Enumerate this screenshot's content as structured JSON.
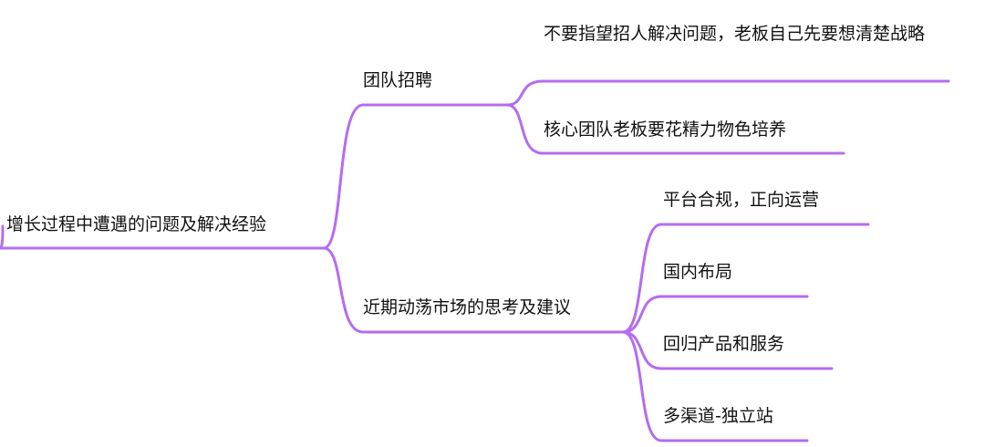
{
  "mindmap": {
    "branch_color": "#b56cf0",
    "root": {
      "label": "增长过程中遭遇的问题及解决经验"
    },
    "branches": [
      {
        "label": "团队招聘",
        "children": [
          {
            "label": "不要指望招人解决问题，老板自己先要想清楚战略"
          },
          {
            "label": "核心团队老板要花精力物色培养"
          }
        ]
      },
      {
        "label": "近期动荡市场的思考及建议",
        "children": [
          {
            "label": "平台合规，正向运营"
          },
          {
            "label": "国内布局"
          },
          {
            "label": "回归产品和服务"
          },
          {
            "label": "多渠道-独立站"
          }
        ]
      }
    ]
  }
}
